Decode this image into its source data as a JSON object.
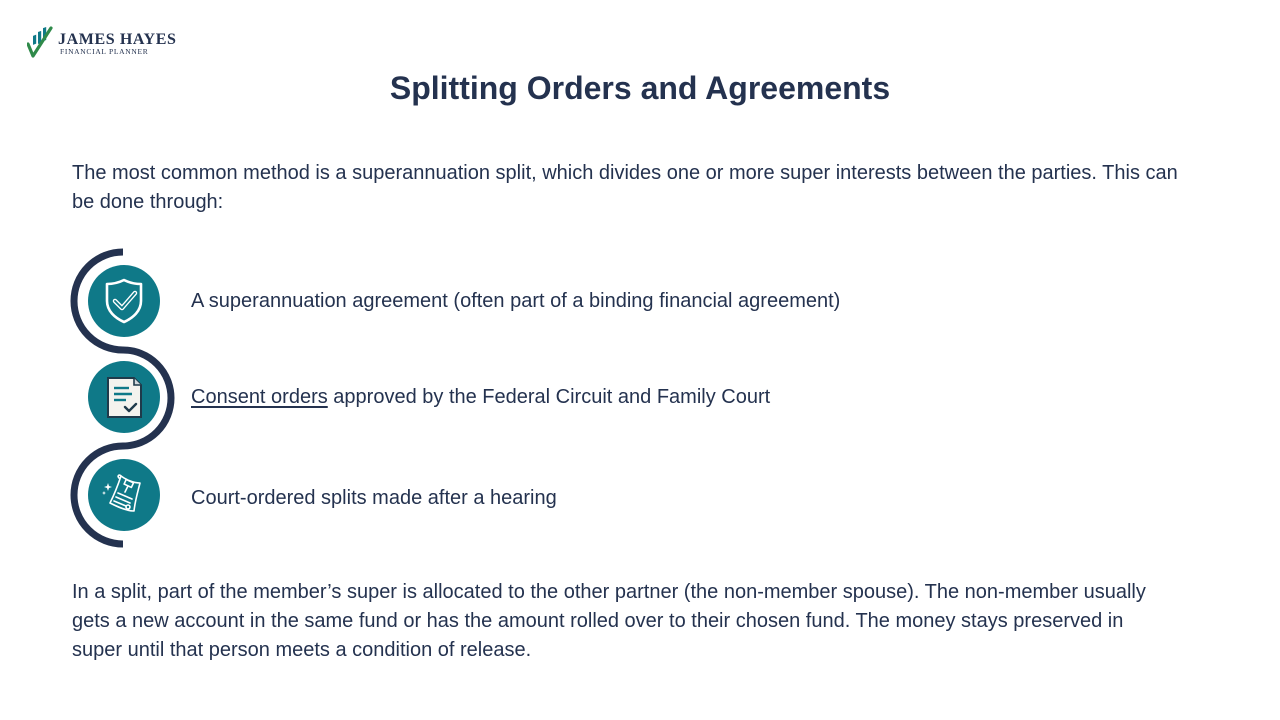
{
  "brand": {
    "name": "JAMES HAYES",
    "tagline": "FINANCIAL PLANNER",
    "colors": {
      "navy": "#24324f",
      "teal": "#0f7988",
      "green": "#2f8a4a"
    }
  },
  "slide": {
    "title": "Splitting Orders and Agreements",
    "intro": "The most common method is a superannuation split, which divides one or more super interests between the parties. This can be done through:",
    "items": [
      {
        "icon": "shield-check-icon",
        "link_text": "",
        "text": "A superannuation agreement (often part of a binding financial agreement)"
      },
      {
        "icon": "document-check-icon",
        "link_text": "Consent orders",
        "text": " approved by the Federal Circuit and Family Court"
      },
      {
        "icon": "court-order-gavel-icon",
        "link_text": "",
        "text": "Court-ordered splits made after a hearing"
      }
    ],
    "closing": "In a split, part of the member’s super is allocated to the other partner (the non-member spouse). The non-member usually gets a new account in the same fund or has the amount rolled over to their chosen fund. The money stays preserved in super until that person meets a condition of release."
  }
}
